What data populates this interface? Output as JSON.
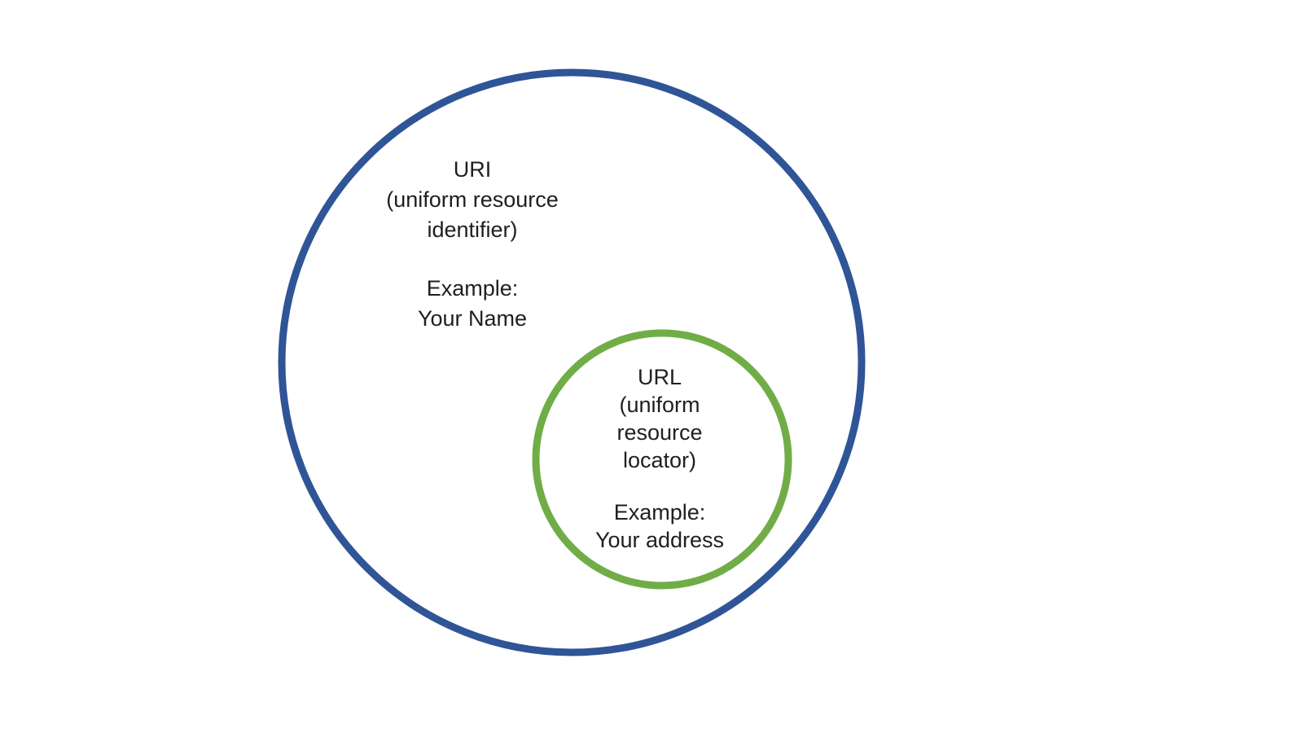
{
  "colors": {
    "outer_circle": "#2f5597",
    "inner_circle": "#70ad47",
    "text": "#1f1f1f",
    "background": "#ffffff"
  },
  "uri": {
    "title": "URI",
    "subtitle_line1": "(uniform resource",
    "subtitle_line2": "identifier)",
    "example_label": "Example:",
    "example_value": "Your Name"
  },
  "url": {
    "title": "URL",
    "subtitle_line1": "(uniform",
    "subtitle_line2": "resource",
    "subtitle_line3": "locator)",
    "example_label": "Example:",
    "example_value": "Your address"
  }
}
